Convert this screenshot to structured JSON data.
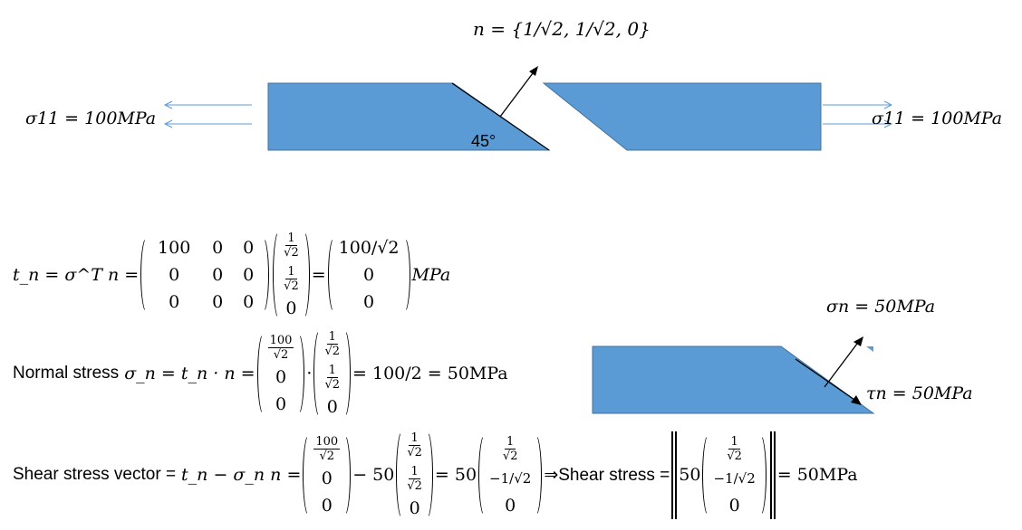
{
  "top_diagram": {
    "normal_vector_label": "n = {1/√2, 1/√2, 0}",
    "normal_vector": {
      "name": "n",
      "components": [
        "1/√2",
        "1/√2",
        "0"
      ]
    },
    "left_stress_label": "σ11 = 100MPa",
    "right_stress_label": "σ11 = 100MPa",
    "angle_label": "45°",
    "bar_color": "#5b9bd5",
    "arrow_color": "#5b9bd5"
  },
  "equations": {
    "traction": {
      "lhs": "t_n = σ^T n =",
      "matrix": [
        [
          "100",
          "0",
          "0"
        ],
        [
          "0",
          "0",
          "0"
        ],
        [
          "0",
          "0",
          "0"
        ]
      ],
      "vector": [
        "1/√2",
        "1/√2",
        "0"
      ],
      "equals": "=",
      "result": [
        "100/√2",
        "0",
        "0"
      ],
      "unit": "MPa"
    },
    "normal_stress": {
      "label": "Normal stress",
      "expr": "σ_n = t_n · n =",
      "vec_a": [
        "100/√2",
        "0",
        "0"
      ],
      "dot": "·",
      "vec_b": [
        "1/√2",
        "1/√2",
        "0"
      ],
      "result": "= 100/2 = 50MPa"
    },
    "shear_stress": {
      "label": "Shear stress vector =",
      "expr": "t_n − σ_n n =",
      "vec_a": [
        "100/√2",
        "0",
        "0"
      ],
      "minus": "− 50",
      "vec_b": [
        "1/√2",
        "1/√2",
        "0"
      ],
      "equals": "= 50",
      "vec_c": [
        "1/√2",
        "−1/√2",
        "0"
      ],
      "implies": "⇒Shear stress =",
      "norm_coef": "50",
      "vec_d": [
        "1/√2",
        "−1/√2",
        "0"
      ],
      "result": "= 50MPa"
    }
  },
  "side_diagram": {
    "sigma_label": "σn = 50MPa",
    "tau_label": "τn = 50MPa"
  }
}
